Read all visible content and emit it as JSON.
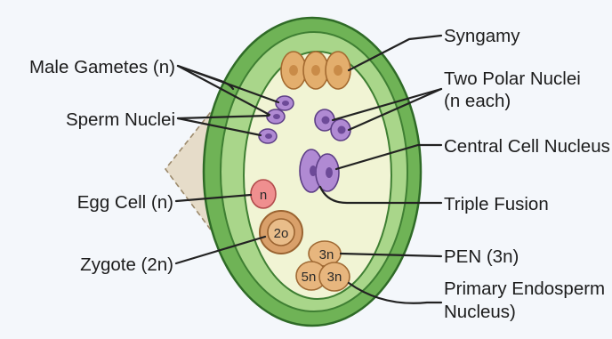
{
  "diagram": {
    "labels": {
      "male_gametes": "Male Gametes (n)",
      "sperm_nuclei": "Sperm Nuclei",
      "egg_cell": "Egg Cell (n)",
      "zygote": "Zygote (2n)",
      "syngamy": "Syngamy",
      "two_polar_nuclei_line1": "Two Polar Nuclei",
      "two_polar_nuclei_line2": "(n each)",
      "central_cell_nucleus": "Central Cell Nucleus",
      "triple_fusion": "Triple Fusion",
      "pen": "PEN (3n)",
      "primary_endosperm_line1": "Primary Endosperm",
      "primary_endosperm_line2": "Nucleus)"
    },
    "inner_labels": {
      "egg": "n",
      "zygote": "2o",
      "pen_top": "3n",
      "pen_left": "5n",
      "pen_right": "3n"
    },
    "colors": {
      "outer_wall": "#6fb356",
      "inner_wall": "#a9d68a",
      "cytoplasm": "#f1f4d4",
      "synergid": "#e3ae6d",
      "purple_nucleus": "#b08ad3",
      "egg": "#ef8f8f",
      "zygote": "#d9a06a",
      "pen": "#e7b67e"
    }
  }
}
